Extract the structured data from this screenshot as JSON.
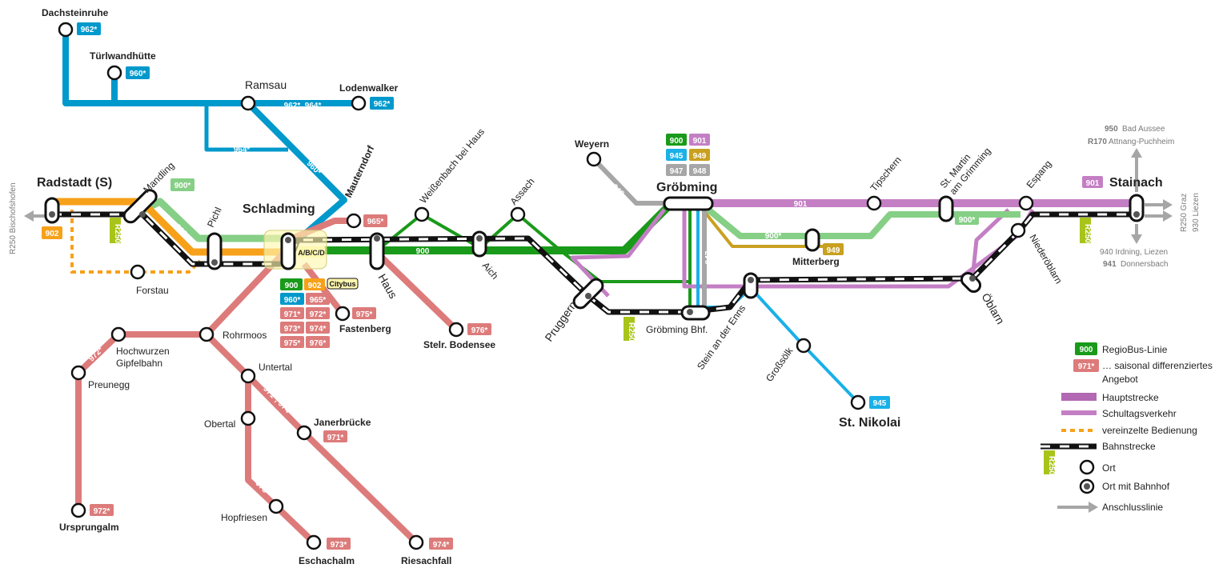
{
  "colors": {
    "blue": "#0099cc",
    "cyan": "#1ab0e8",
    "green": "#1a9a1a",
    "light_green": "#86cf86",
    "orange": "#f7a11a",
    "salmon": "#dd7b7b",
    "purple": "#c47fc4",
    "gray": "#a6a6a6",
    "gold": "#c9a020",
    "olive": "#a8c41a",
    "rail": "#111111"
  },
  "stops": {
    "dachsteinruhe": "Dachsteinruhe",
    "turlwandhutte": "Türlwandhütte",
    "ramsau": "Ramsau",
    "lodenwalker": "Lodenwalker",
    "mauterndorf": "Mauterndorf",
    "radstadt": "Radstadt (S)",
    "mandling": "Mandling",
    "pichl": "Pichl",
    "schladming": "Schladming",
    "forstau": "Forstau",
    "haus": "Haus",
    "weissenbach": "Weißenbach bei Haus",
    "assach": "Assach",
    "aich": "Aich",
    "fastenberg": "Fastenberg",
    "stelr_bodensee": "Stelr. Bodensee",
    "rohrmoos": "Rohrmoos",
    "hochwurzen_1": "Hochwurzen",
    "hochwurzen_2": "Gipfelbahn",
    "preunegg": "Preunegg",
    "untertal": "Untertal",
    "obertal": "Obertal",
    "janerbrucke": "Janerbrücke",
    "hopfriesen": "Hopfriesen",
    "ursprungalm": "Ursprungalm",
    "eschachalm": "Eschachalm",
    "riesachfall": "Riesachfall",
    "weyern": "Weyern",
    "grobming": "Gröbming",
    "pruggern": "Pruggern",
    "grobming_bhf": "Gröbming Bhf.",
    "mitterberg": "Mitterberg",
    "stein_enns": "Stein an der Enns",
    "grosssolk": "Großsölk",
    "st_nikolai": "St. Nikolai",
    "tipschern": "Tipschern",
    "st_martin_1": "St. Martin",
    "st_martin_2": "am Grimming",
    "espang": "Espang",
    "stainach": "Stainach",
    "niederoblarn": "Niederöblarn",
    "oblarn": "Öblarn"
  },
  "badges": {
    "b962": "962*",
    "b960": "960*",
    "b962_964": "962*, 964*",
    "b964": "964*",
    "b960_diag": "960*",
    "b965": "965*",
    "b900s": "900*",
    "b900s_diag": "900*",
    "b902_diag": "902",
    "b902": "902",
    "r250": "R250",
    "b900": "900",
    "abcd": "A/B/C/D",
    "sch_900": "900",
    "sch_902": "902",
    "citybus": "Citybus",
    "sch_960": "960*",
    "sch_965": "965*",
    "sch_971": "971*",
    "sch_972": "972*",
    "sch_973": "973*",
    "sch_974": "974*",
    "sch_975": "975*",
    "sch_976": "976*",
    "fast_975": "975*",
    "stelr_976": "976*",
    "pre_972": "972*",
    "urs_972": "972*",
    "unt_971_974": "971*, 974*",
    "jan_971": "971*",
    "hop_973": "973*",
    "esch_973": "973*",
    "ries_974": "974*",
    "weyern_948": "948",
    "g900": "900",
    "g901": "901",
    "g945": "945",
    "g949": "949",
    "g947": "947",
    "g948": "948",
    "r250_2": "R250",
    "b947v": "947",
    "b900s_2": "900*",
    "b949": "949",
    "b901_top": "901",
    "b901_bot": "901",
    "b900s_3": "900*",
    "b901_st": "901",
    "r250_3": "R250",
    "b945": "945"
  },
  "connections": {
    "west": "R250 Bischofshofen",
    "north_1_num": "950",
    "north_1_txt": "Bad Aussee",
    "north_2_num": "R170",
    "north_2_txt": "Attnang-Puchheim",
    "east_1": "930 Liezen",
    "east_2": "R250 Graz",
    "south_1": "940 Irdning, Liezen",
    "south_2_num": "941",
    "south_2_txt": "Donnersbach"
  },
  "legend": {
    "regiobus_badge": "900",
    "regiobus": "RegioBus-Linie",
    "seasonal_badge": "971*",
    "seasonal_1": "… saisonal differenziertes",
    "seasonal_2": "Angebot",
    "main_route": "Hauptstrecke",
    "school": "Schultagsverkehr",
    "occasional": "vereinzelte Bedienung",
    "rail": "Bahnstrecke",
    "rail_badge": "R250",
    "stop": "Ort",
    "stop_station": "Ort mit Bahnhof",
    "connection": "Anschlusslinie"
  }
}
